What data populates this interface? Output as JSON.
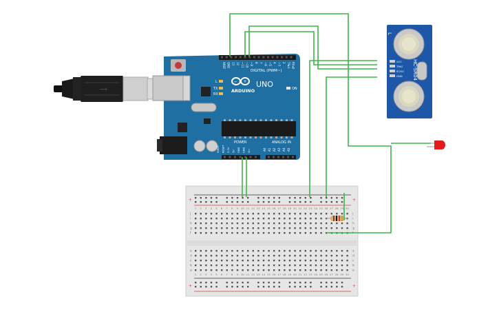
{
  "arduino": {
    "brand": "ARDUINO",
    "model": "UNO",
    "digital_label": "DIGITAL (PWM~)",
    "power_label": "POWER",
    "analog_label": "ANALOG IN",
    "on_label": "ON",
    "tx_label": "TX",
    "rx_label": "RX",
    "l_label": "L",
    "digital_pins": [
      "AREF",
      "GND",
      "13",
      "12",
      "~11",
      "~10",
      "~9",
      "8",
      "7",
      "~6",
      "~5",
      "4",
      "~3",
      "2",
      "TX▸1",
      "RX◂0"
    ],
    "power_pins": [
      "IOREF",
      "RESET",
      "3.3V",
      "5V",
      "GND",
      "GND",
      "Vin"
    ],
    "analog_pins": [
      "A0",
      "A1",
      "A2",
      "A3",
      "A4",
      "A5"
    ]
  },
  "sensor": {
    "model": "HC-SR04",
    "pins": [
      "VCC",
      "TRIG",
      "ECHO",
      "GND"
    ]
  },
  "breadboard": {
    "row_letters_top": [
      "j",
      "i",
      "h",
      "g",
      "f"
    ],
    "row_letters_bottom": [
      "e",
      "d",
      "c",
      "b",
      "a"
    ],
    "columns": [
      "1",
      "2",
      "3",
      "4",
      "5",
      "6",
      "7",
      "8",
      "9",
      "10",
      "11",
      "12",
      "13",
      "14",
      "15",
      "16",
      "17",
      "18",
      "19",
      "20",
      "21",
      "22",
      "23",
      "24",
      "25",
      "26",
      "27",
      "28",
      "29",
      "30"
    ]
  },
  "colors": {
    "wire": "#3cb64a",
    "board": "#1f6fa3",
    "sensor_board": "#1f57a8",
    "led": "#e21b1b",
    "breadboard": "#e6e6e6",
    "rail_red": "#d23a3a",
    "rail_black": "#333333"
  }
}
